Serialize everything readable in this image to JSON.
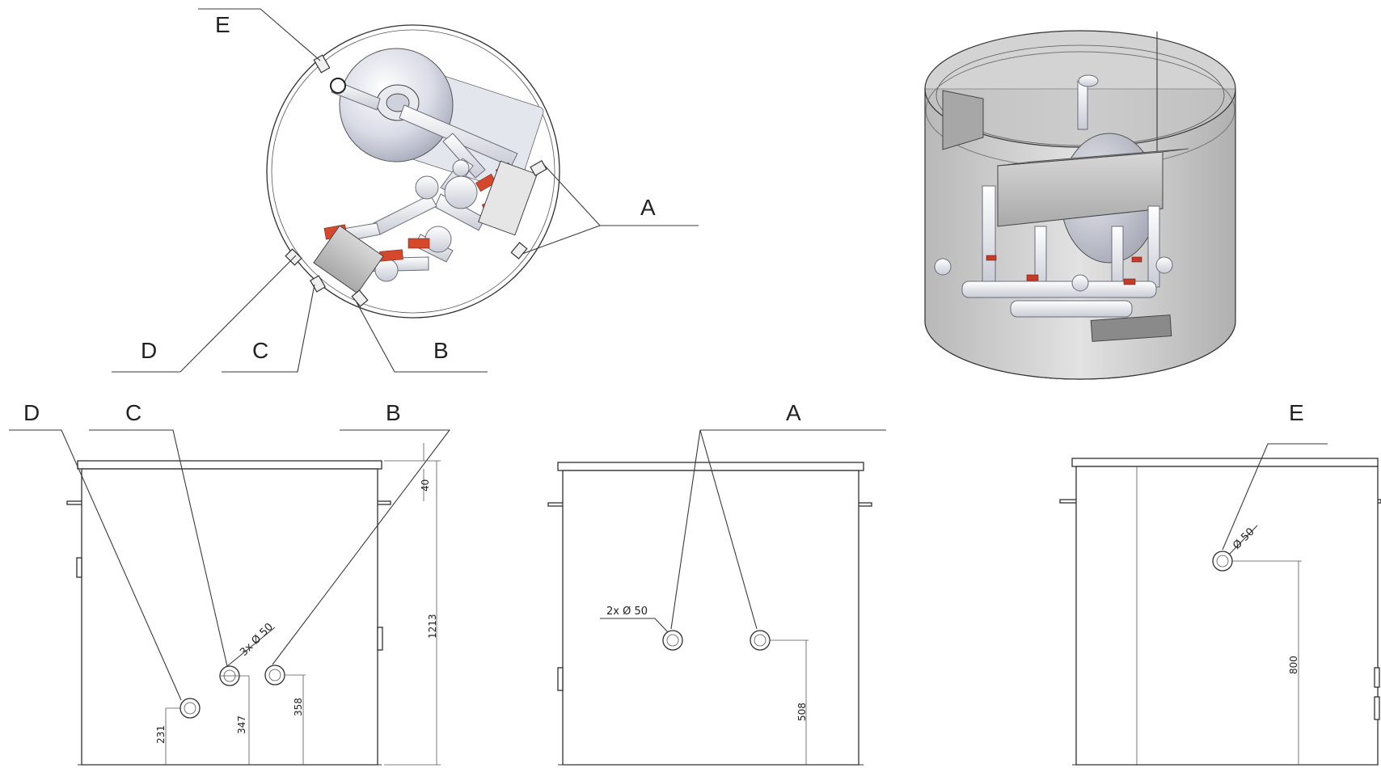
{
  "top_view": {
    "callouts": {
      "a": "A",
      "b": "B",
      "c": "C",
      "d": "D",
      "e": "E"
    }
  },
  "side_view_left": {
    "callouts": {
      "d": "D",
      "c": "C",
      "b": "B"
    },
    "note": "3x Ø 50",
    "dims": {
      "rim": "40",
      "height": "1213",
      "d_height": "231",
      "c_height": "347",
      "b_height": "358"
    }
  },
  "side_view_middle": {
    "callouts": {
      "a": "A"
    },
    "note": "2x Ø 50",
    "dims": {
      "a_height": "508"
    }
  },
  "side_view_right": {
    "callouts": {
      "e": "E"
    },
    "note": "Ø 50",
    "dims": {
      "e_height": "800"
    }
  }
}
